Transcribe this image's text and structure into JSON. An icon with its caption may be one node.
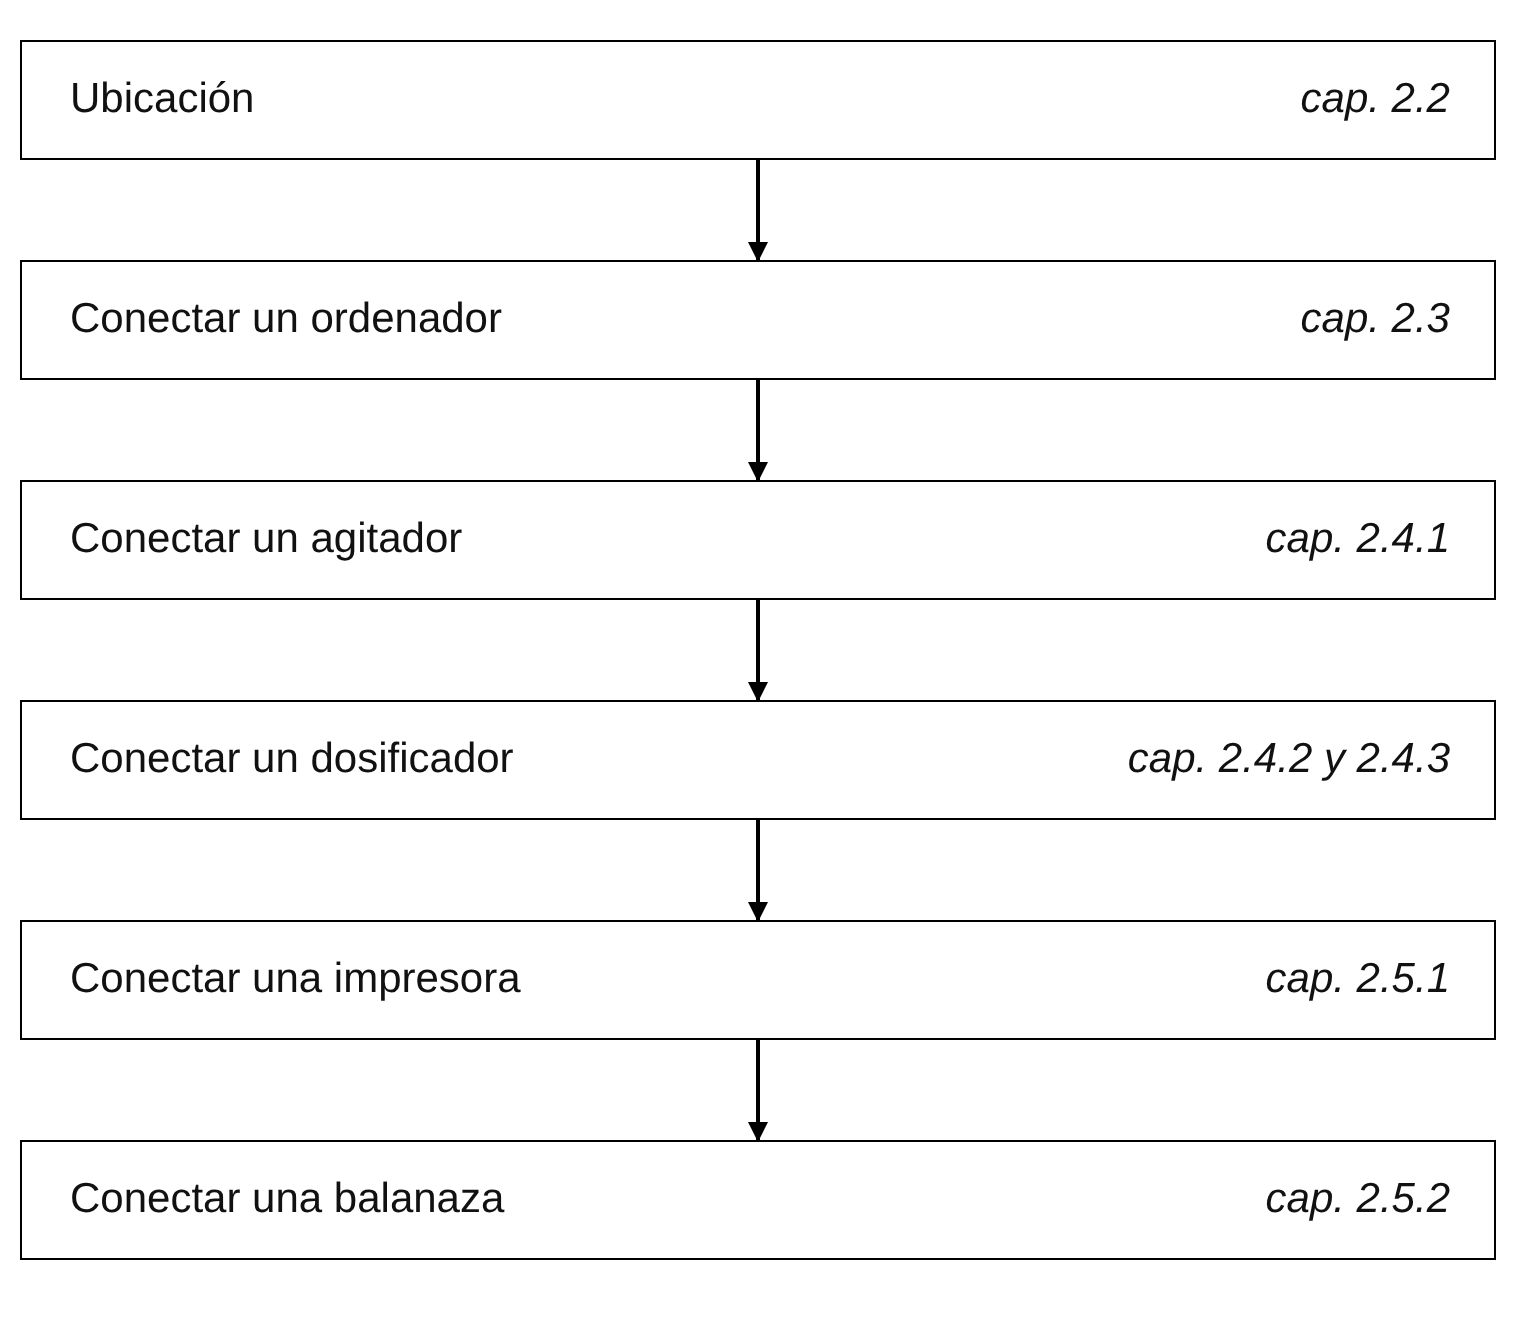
{
  "diagram": {
    "nodes": [
      {
        "text": [
          "Ubicación",
          "cap. 2.2"
        ]
      },
      {
        "text": [
          "Conectar un ordenador",
          "cap. 2.3"
        ]
      },
      {
        "text": [
          "Conectar un agitador",
          "cap. 2.4.1"
        ]
      },
      {
        "text": [
          "Conectar un dosificador",
          "cap. 2.4.2 y 2.4.3"
        ]
      },
      {
        "text": [
          "Conectar una impresora",
          "cap. 2.5.1"
        ]
      },
      {
        "text": [
          "Conectar una balanaza",
          "cap. 2.5.2"
        ]
      }
    ],
    "edges": [
      {
        "from": 0,
        "to": 1,
        "arrow": "to"
      },
      {
        "from": 1,
        "to": 2,
        "arrow": "to"
      },
      {
        "from": 2,
        "to": 3,
        "arrow": "to"
      },
      {
        "from": 3,
        "to": 4,
        "arrow": "to"
      },
      {
        "from": 4,
        "to": 5,
        "arrow": "to"
      }
    ]
  }
}
